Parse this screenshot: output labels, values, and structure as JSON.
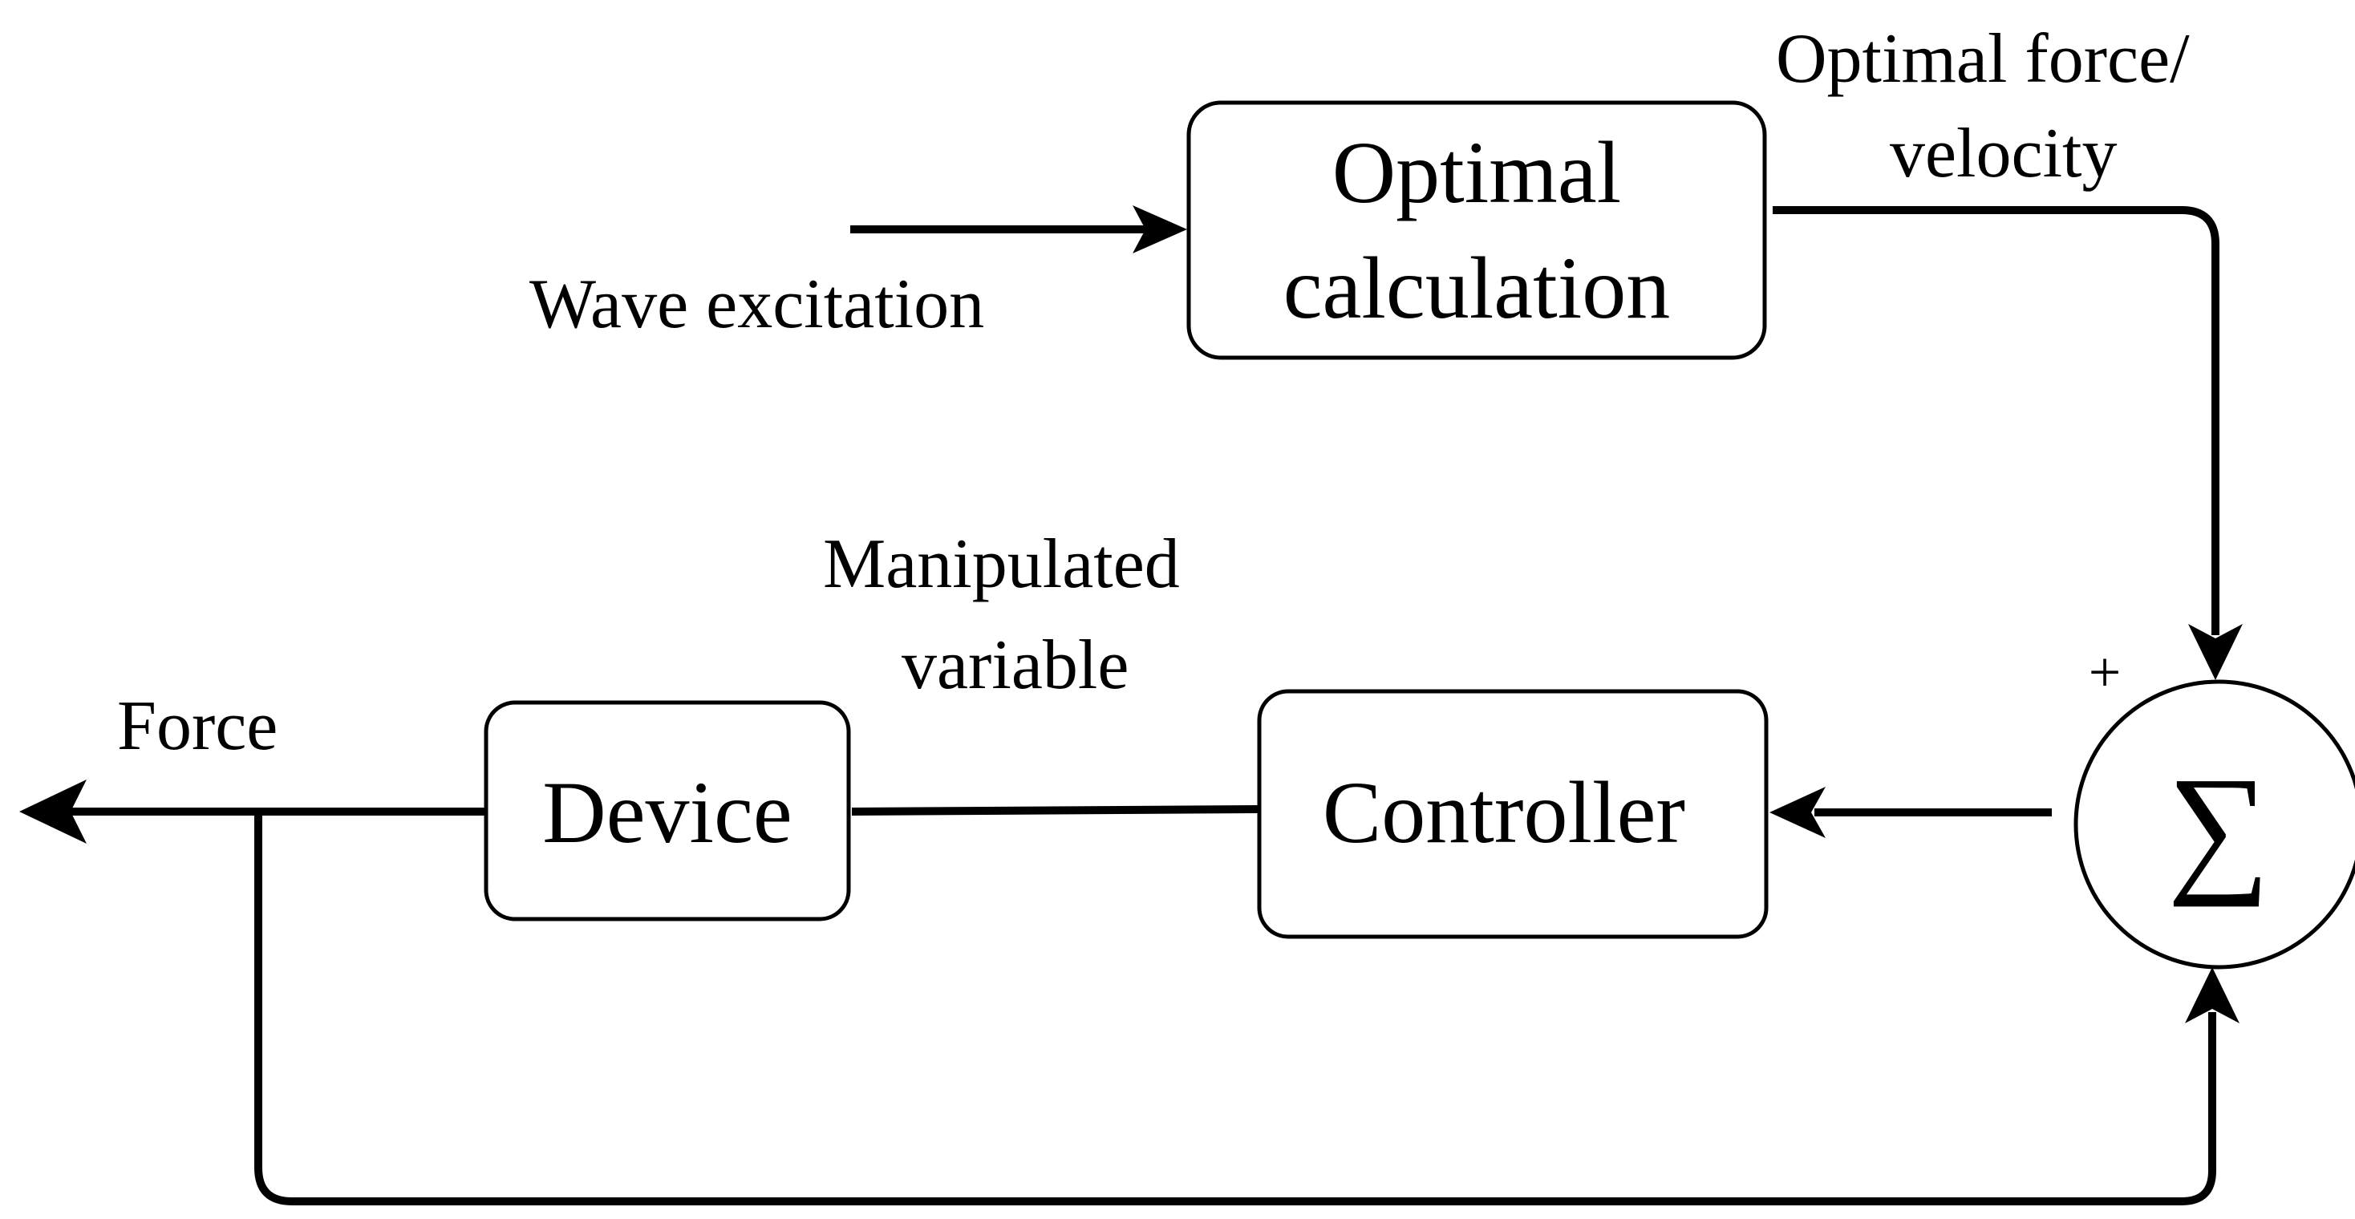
{
  "blocks": {
    "optimal_calculation": [
      "Optimal",
      "calculation"
    ],
    "device": "Device",
    "controller": "Controller",
    "summing_junction": "∑"
  },
  "labels": {
    "wave_excitation": "Wave excitation",
    "optimal_output": [
      "Optimal force/",
      "velocity"
    ],
    "manipulated_variable": [
      "Manipulated",
      "variable"
    ],
    "force": "Force",
    "plus_sign": "+"
  }
}
